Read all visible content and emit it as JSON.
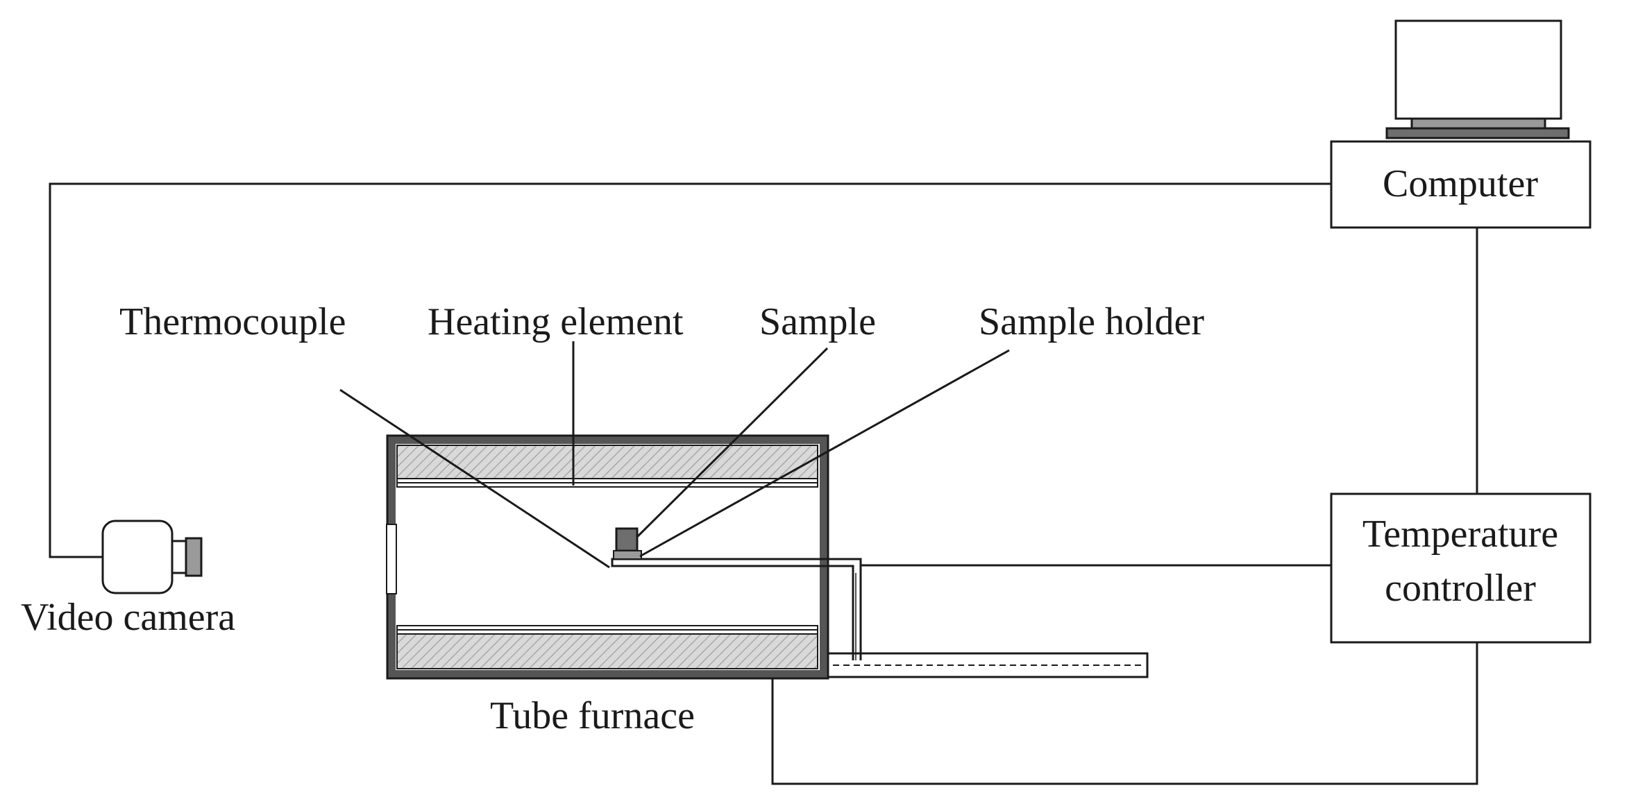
{
  "labels": {
    "computer": "Computer",
    "temperature_controller_line1": "Temperature",
    "temperature_controller_line2": "controller",
    "thermocouple": "Thermocouple",
    "heating_element": "Heating element",
    "sample": "Sample",
    "sample_holder": "Sample holder",
    "video_camera": "Video camera",
    "tube_furnace": "Tube furnace"
  },
  "colors": {
    "line": "#1a1a1a",
    "hatch_fill": "#d4d4d4",
    "furnace_frame": "#555555",
    "sample": "#6e6e6e"
  },
  "icons": [
    "computer-monitor-icon",
    "video-camera-icon"
  ]
}
